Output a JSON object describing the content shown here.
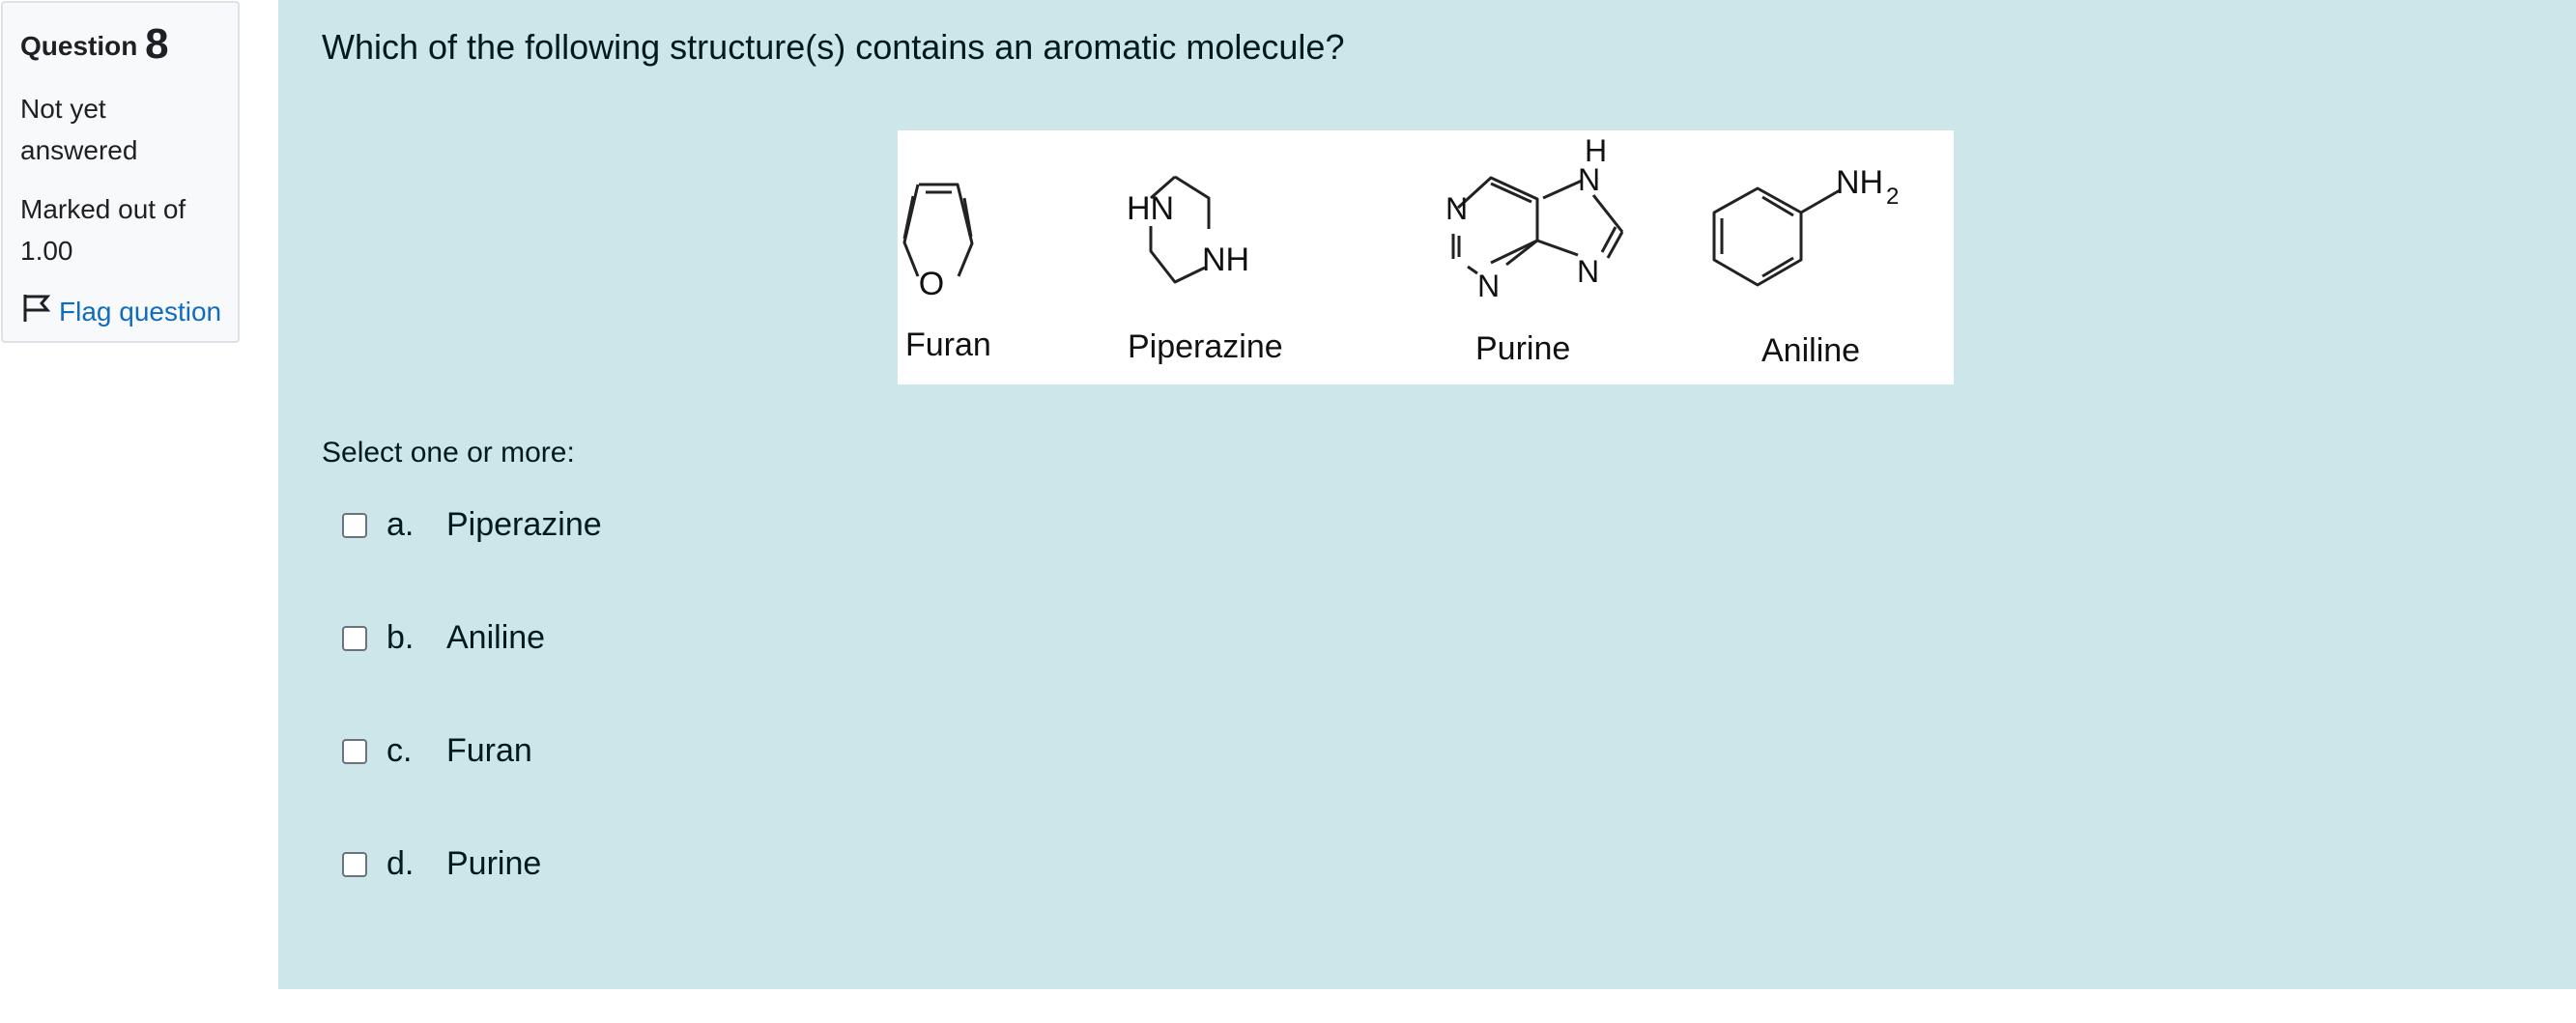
{
  "info": {
    "question_word": "Question",
    "question_number": "8",
    "state_line1": "Not yet",
    "state_line2": "answered",
    "grade_line1": "Marked out of",
    "grade_line2": "1.00",
    "flag_label": "Flag question",
    "flag_icon": "flag-outline-icon"
  },
  "question": {
    "text": "Which of the following structure(s) contains an aromatic molecule?",
    "prompt": "Select one or more:"
  },
  "figure": {
    "molecules": [
      {
        "name": "Furan",
        "atoms": [
          "O"
        ]
      },
      {
        "name": "Piperazine",
        "atoms": [
          "HN",
          "NH"
        ]
      },
      {
        "name": "Purine",
        "atoms": [
          "H",
          "N",
          "N",
          "N",
          "N"
        ]
      },
      {
        "name": "Aniline",
        "atoms": [
          "NH",
          "2"
        ]
      }
    ]
  },
  "answers": [
    {
      "letter": "a.",
      "text": "Piperazine"
    },
    {
      "letter": "b.",
      "text": "Aniline"
    },
    {
      "letter": "c.",
      "text": "Furan"
    },
    {
      "letter": "d.",
      "text": "Purine"
    }
  ],
  "colors": {
    "content_bg": "#cce6ea",
    "info_bg": "#f8f9fa",
    "link": "#0f6cbf"
  }
}
